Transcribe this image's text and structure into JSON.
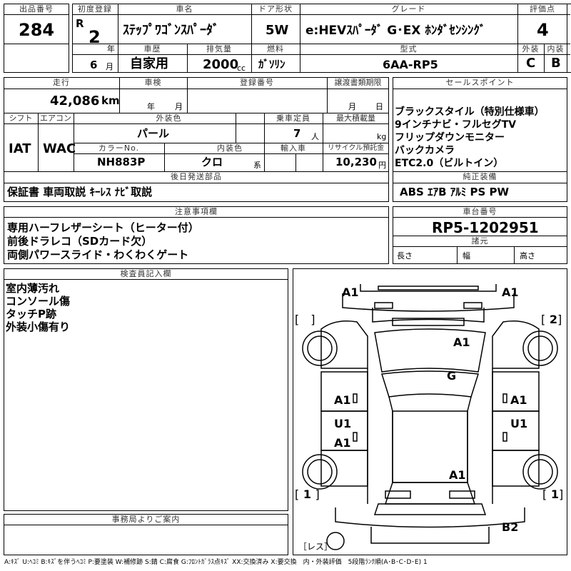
{
  "header": {
    "lot_no_label": "出品番号",
    "lot_no": "284",
    "first_reg_label": "初度登録",
    "era": "R",
    "year": "2",
    "year_unit": "年",
    "month": "6",
    "month_unit": "月",
    "car_name_label": "車名",
    "car_name": "ｽﾃｯﾌﾟﾜｺﾞﾝｽﾊﾟｰﾀﾞ",
    "door_label": "ドア形状",
    "door": "5W",
    "grade_label": "グレード",
    "grade": "e:HEVｽﾊﾟｰﾀﾞ G･EX ﾎﾝﾀﾞｾﾝｼﾝｸﾞ",
    "score_label": "評価点",
    "score": "4",
    "history_label": "車歴",
    "history": "自家用",
    "displacement_label": "排気量",
    "displacement": "2000",
    "displacement_unit": "cc",
    "fuel_label": "燃料",
    "fuel": "ｶﾞｿﾘﾝ",
    "model_label": "型式",
    "model": "6AA-RP5",
    "exterior_label": "外装",
    "exterior": "C",
    "interior_label": "内装",
    "interior": "B"
  },
  "row2": {
    "mileage_label": "走行",
    "mileage": "42,086",
    "mileage_unit": "km",
    "inspection_label": "車検",
    "insp_year": "年",
    "insp_month": "月",
    "reg_no_label": "登録番号",
    "transfer_label": "譲渡書類期限",
    "transfer_month": "月",
    "transfer_day": "日",
    "shift_label": "シフト",
    "shift": "IAT",
    "ac_label": "エアコン",
    "ac": "WAC",
    "color_label": "外装色",
    "color": "パール",
    "capacity_label": "乗車定員",
    "capacity": "7",
    "capacity_unit": "人",
    "load_label": "最大積載量",
    "load_unit": "kg",
    "color_no_label": "カラーNo.",
    "color_no": "NH883P",
    "int_color_label": "内装色",
    "int_color": "クロ",
    "int_color_suffix": "系",
    "import_label": "輸入車",
    "recycle_label": "リサイクル預託金",
    "recycle": "10,230",
    "recycle_unit": "円",
    "later_label": "後日発送部品",
    "later": "保証書 車両取説 ｷｰﾚｽ ﾅﾋﾞ取説"
  },
  "sales": {
    "label": "セールスポイント",
    "items": [
      "ブラックスタイル（特別仕様車）",
      "9インチナビ・フルセグTV",
      "フリップダウンモニター",
      "バックカメラ",
      "ETC2.0（ビルトイン）"
    ],
    "equip_label": "純正装備",
    "equip": "ABS ｴｱB ｱﾙﾐ PS PW"
  },
  "notes": {
    "label": "注意事項欄",
    "items": [
      "専用ハーフレザーシート（ヒーター付）",
      "前後ドラレコ（SDカード欠）",
      "両側パワースライド・わくわくゲート"
    ]
  },
  "chassis": {
    "label": "車台番号",
    "number": "RP5-1202951",
    "dims_label": "諸元",
    "length": "長さ",
    "width": "幅",
    "height": "高さ"
  },
  "inspector": {
    "label": "検査員記入欄",
    "items": [
      "室内薄汚れ",
      "コンソール傷",
      "タッチP跡",
      "外装小傷有り"
    ]
  },
  "office": {
    "label": "事務局よりご案内"
  },
  "diagram": {
    "front_left": "A1",
    "front_right": "A1",
    "bracket_tl": "[",
    "bracket_tl_close": "]",
    "bracket_tr": "[",
    "bracket_tr_val": "2",
    "bracket_tr_close": "]",
    "bonnet": "A1",
    "windshield": "G",
    "left_front_door": "A1",
    "right_front_door": "A1",
    "left_slide": "U1",
    "right_slide": "U1",
    "left_rear": "A1",
    "rear_roof": "A1",
    "bracket_bl": "[",
    "bracket_bl_val": "1",
    "bracket_bl_close": "]",
    "bracket_br": "[",
    "bracket_br_val": "1",
    "bracket_br_close": "]",
    "rear_bumper": "B2",
    "spare": "［レス］"
  },
  "legend": "A:ｷｽﾞ U:ﾍｺﾐ B:ｷｽﾞを伴うﾍｺﾐ P:要塗装 W:補修跡 S:錆 C:腐食 G:ﾌﾛﾝﾄｶﾞﾗｽ点ｷｽﾞ XX:交換済み X:要交換　内・外装評価　5段階ﾗﾝｸ順(A･B･C･D･E) 1"
}
